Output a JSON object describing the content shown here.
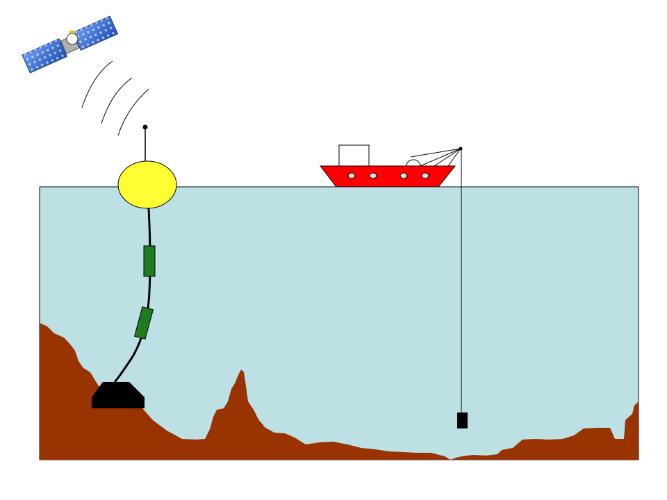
{
  "colors": {
    "background": "#ffffff",
    "water": "#bde0e4",
    "seabed": "#993300",
    "buoy": "#ffff33",
    "instrument": "#1e7b1e",
    "anchor": "#000000",
    "ship_hull": "#ff0000",
    "porthole": "#d9d9d9",
    "probe": "#000000",
    "satellite_panel": "#3a6ad4",
    "satellite_body": "#b0b0b0",
    "outline": "#000000"
  },
  "icons": {
    "satellite": "satellite-icon",
    "radio_waves": "signal-waves-icon",
    "ship": "ship-icon"
  },
  "scene": {
    "moored_instruments": 2,
    "radio_wave_arcs": 3,
    "ship_portholes": 4
  }
}
